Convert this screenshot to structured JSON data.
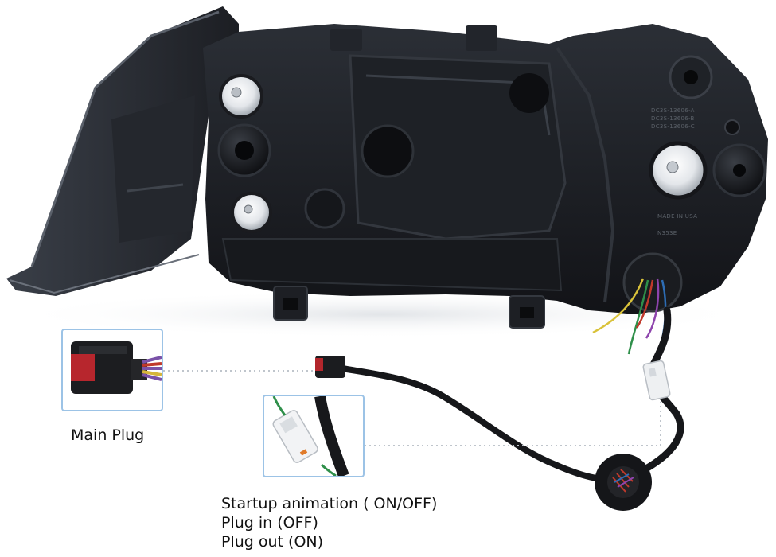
{
  "callouts": {
    "main_plug": "Main Plug",
    "startup_lines": [
      "Startup animation ( ON/OFF)",
      "Plug in (OFF)",
      "Plug out (ON)"
    ]
  },
  "housing_stamps": {
    "part_numbers": [
      "DC3S-13606-A",
      "DC3S-13606-B",
      "DC3S-13606-C"
    ],
    "origin": "MADE IN USA",
    "code": "N353E"
  },
  "colors": {
    "housing": "#1b1d22",
    "inset_border": "#9cc3e6",
    "dotted_leader": "#bfc5cc"
  }
}
